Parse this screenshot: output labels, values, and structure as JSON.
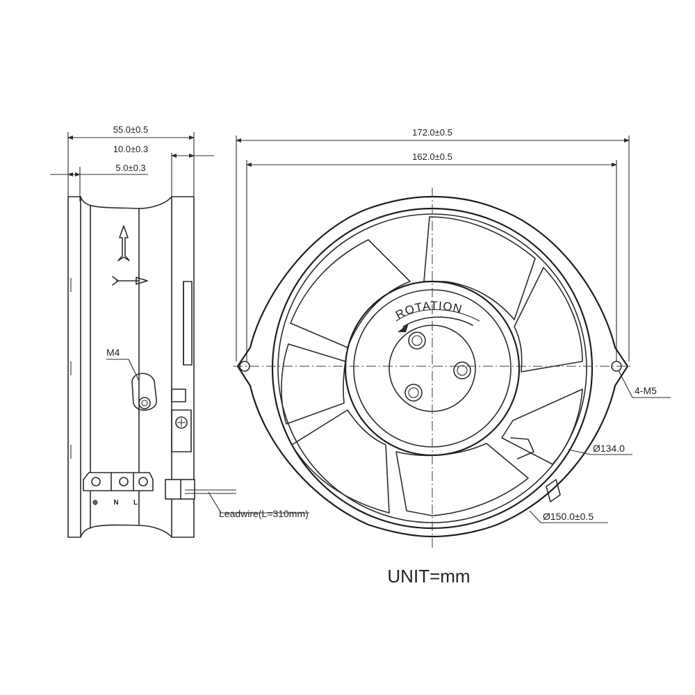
{
  "side_view": {
    "dim_width": "55.0±0.5",
    "dim_flange": "10.0±0.3",
    "dim_step": "5.0±0.3",
    "thread_label": "M4",
    "terminals": [
      "⊕",
      "N",
      "L"
    ],
    "leadwire": "Leadwire(L=310mm)"
  },
  "front_view": {
    "dim_overall": "172.0±0.5",
    "dim_holes": "162.0±0.5",
    "rotation_label": "ROTATION",
    "mount_holes": "4-M5",
    "dia_inner": "Ø134.0",
    "dia_outer": "Ø150.0±0.5"
  },
  "unit_label": "UNIT=mm"
}
